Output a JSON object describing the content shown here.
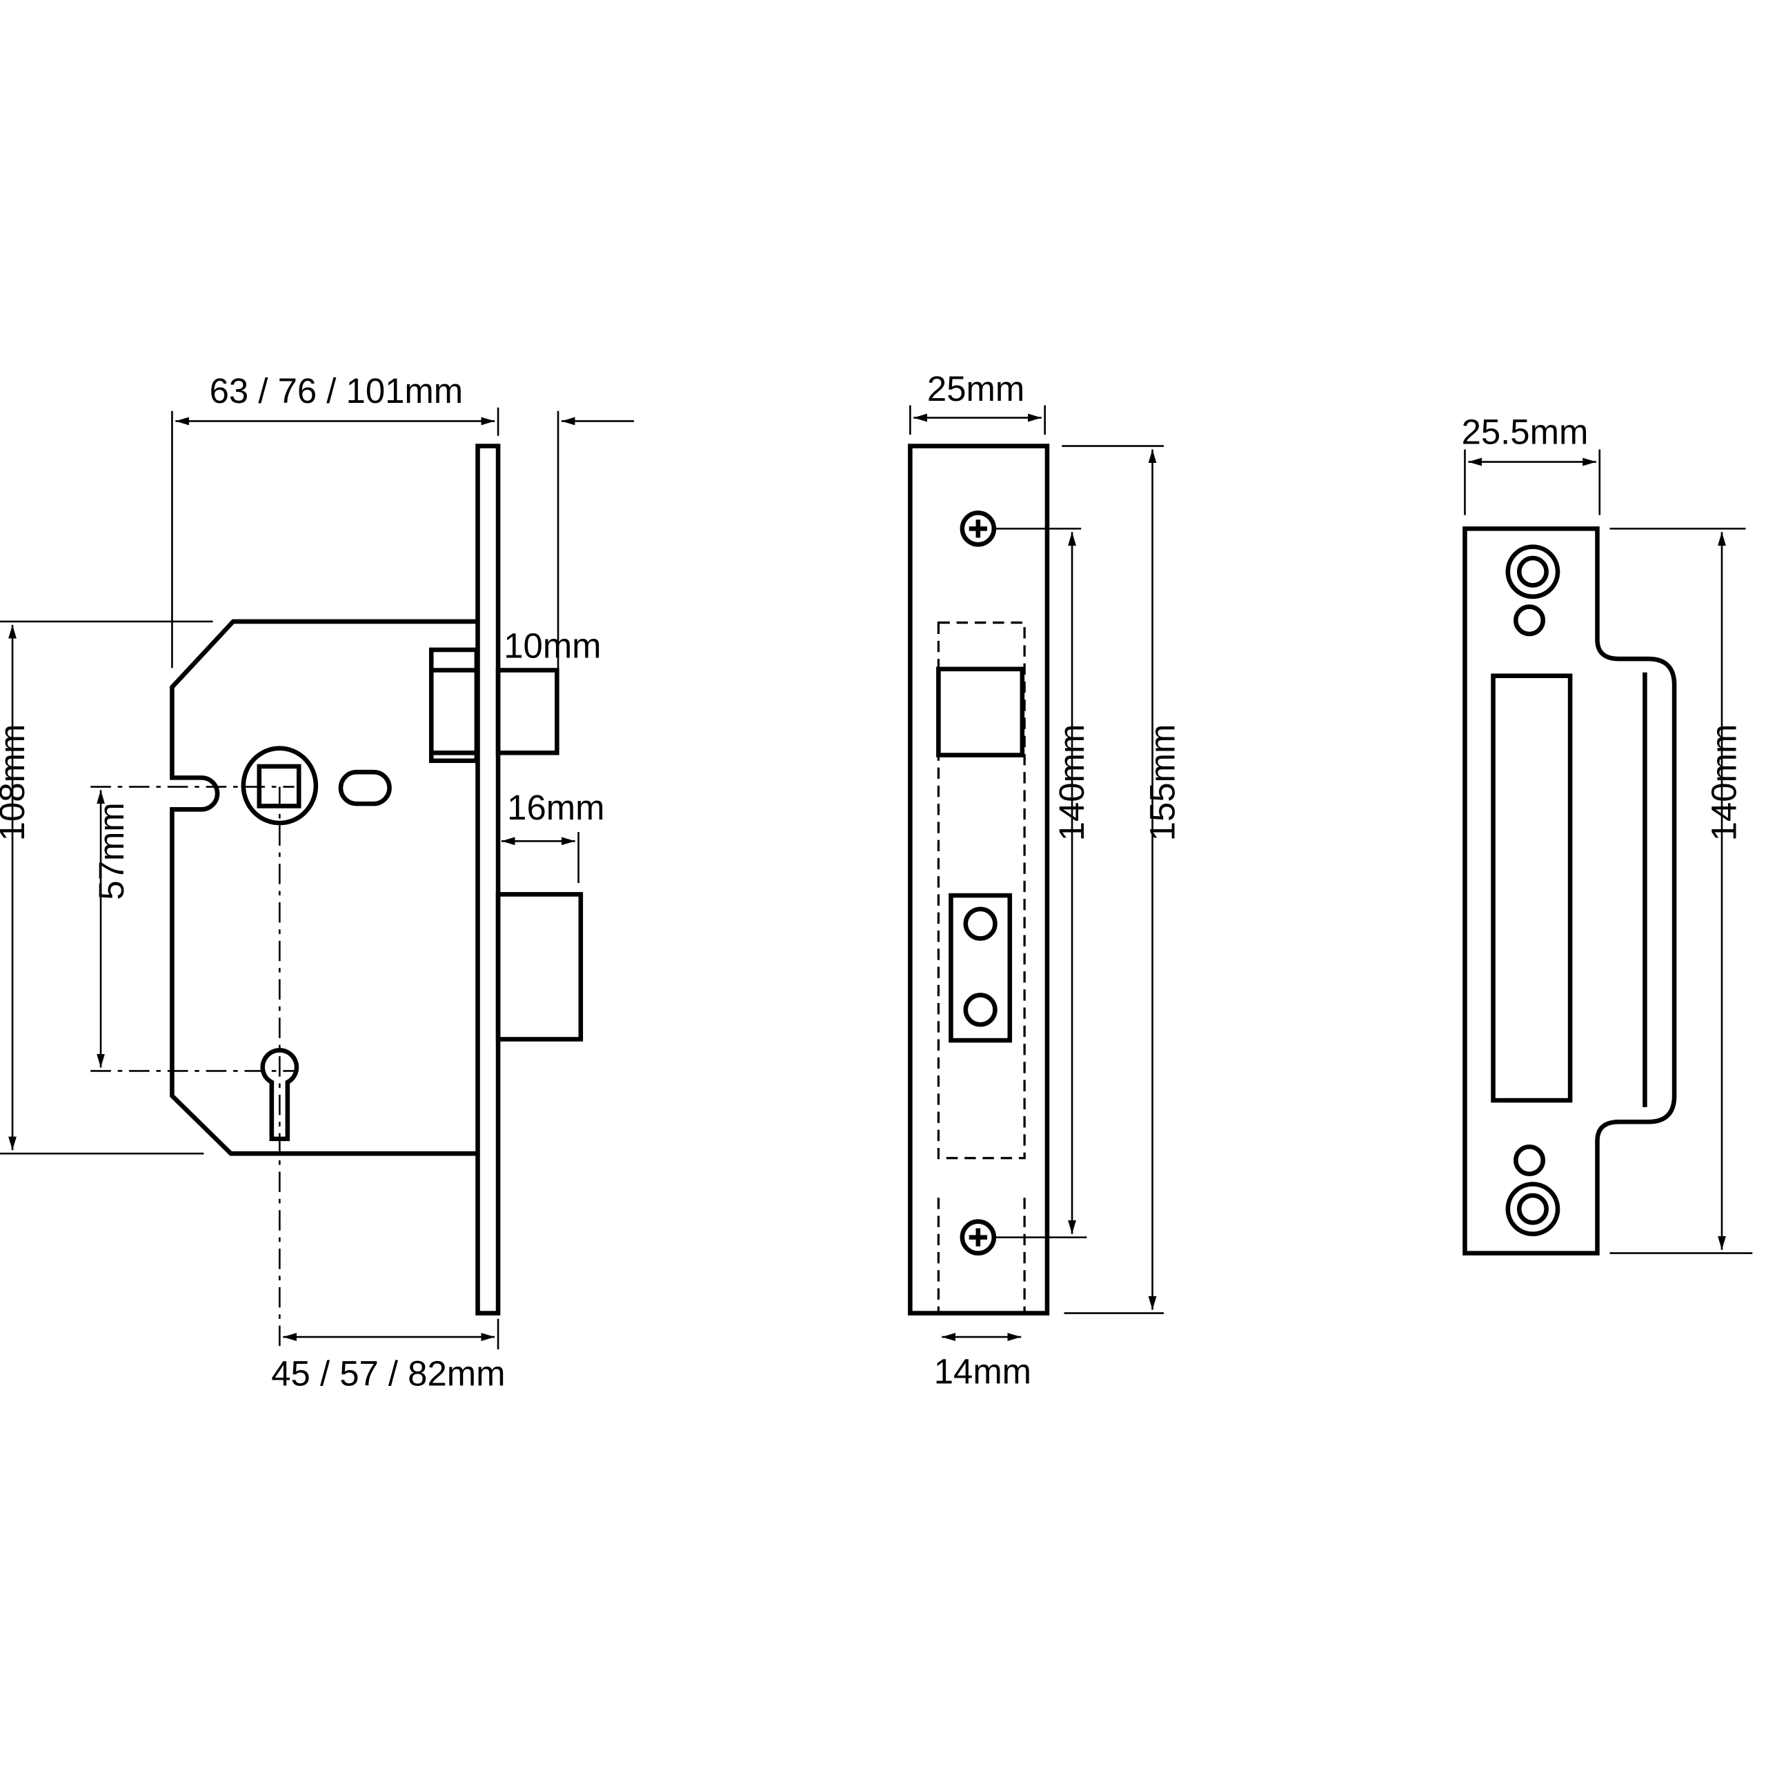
{
  "title": "Sash lock technical drawing",
  "colors": {
    "line": "#000000",
    "background": "#ffffff"
  },
  "lock_body": {
    "width_label": "63 / 76 / 101mm",
    "backset_label": "45 / 57 / 82mm",
    "height_label": "108mm",
    "centres_label": "57mm",
    "deadbolt_label": "10mm",
    "latch_label": "16mm"
  },
  "forend": {
    "width_label": "25mm",
    "inner_width_label": "14mm",
    "fixing_centres_label": "140mm",
    "length_label": "155mm"
  },
  "strike_plate": {
    "width_label": "25.5mm",
    "length_label": "140mm"
  }
}
